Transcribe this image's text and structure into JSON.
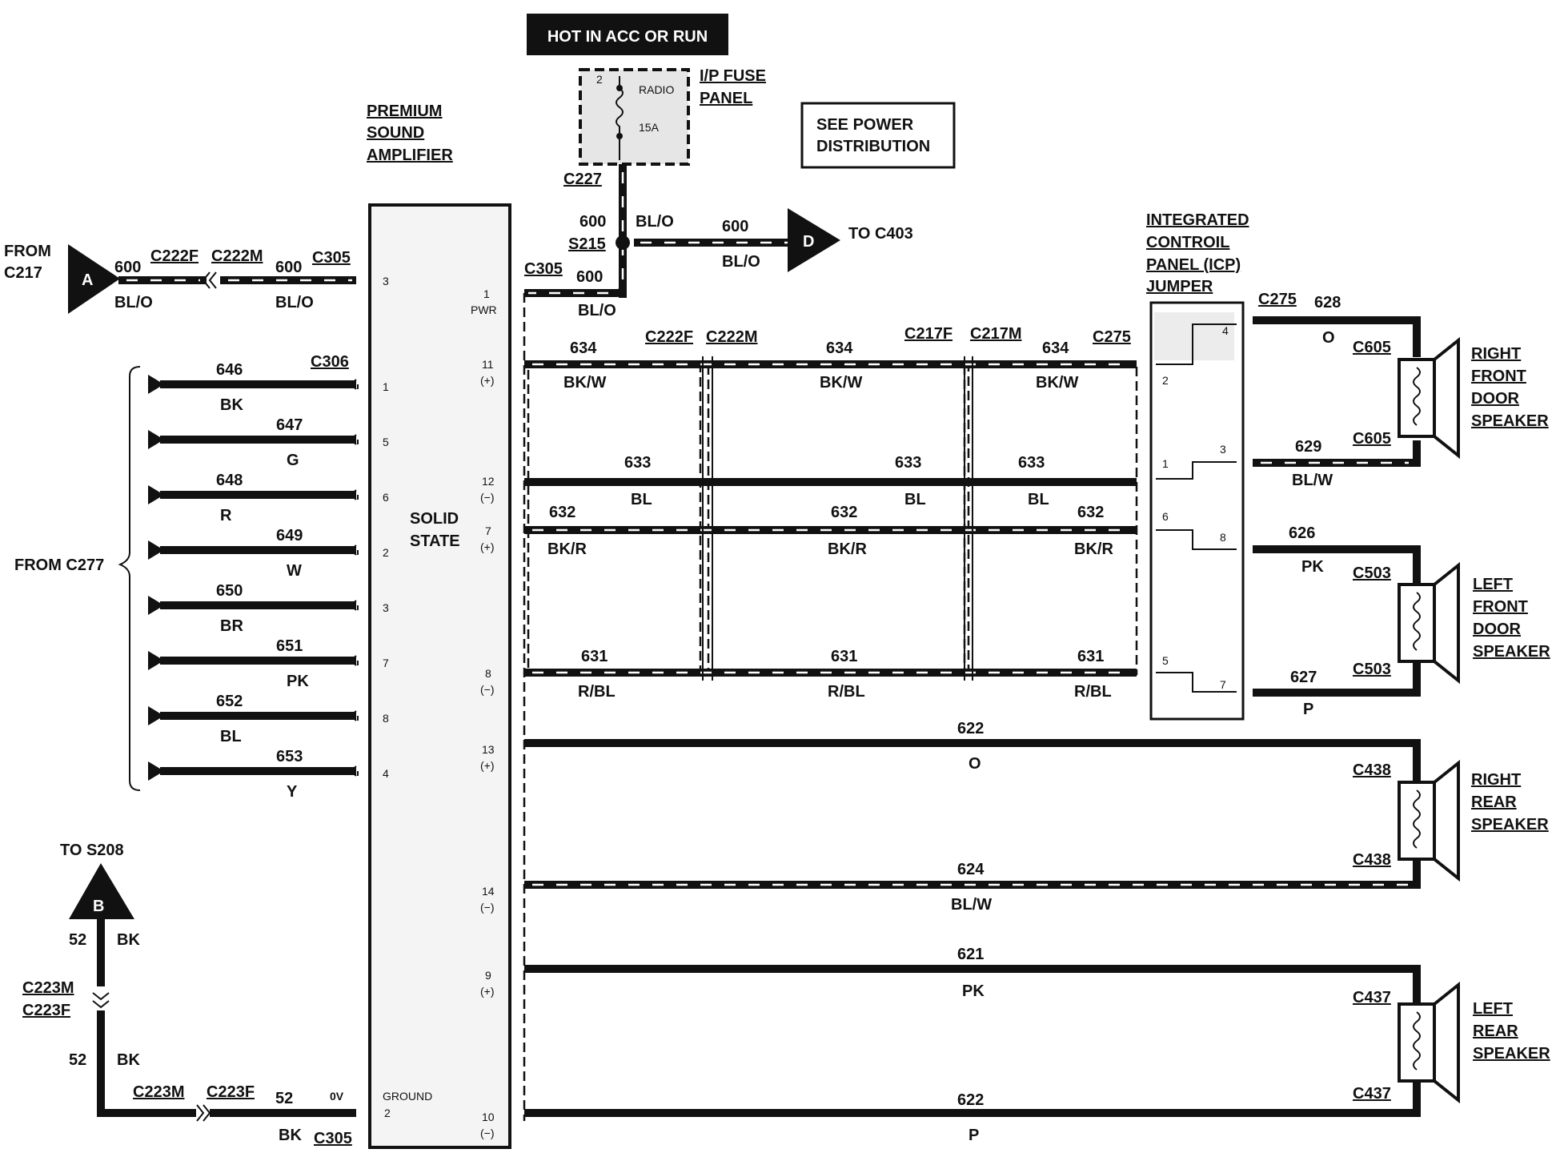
{
  "hot_label": "HOT IN ACC OR RUN",
  "fuse_panel": {
    "line1": "I/P FUSE",
    "line2": "PANEL",
    "fuse_name": "RADIO",
    "fuse_rating": "15A",
    "pin": "2"
  },
  "see_power": {
    "line1": "SEE POWER",
    "line2": "DISTRIBUTION"
  },
  "amplifier": {
    "line1": "PREMIUM",
    "line2": "SOUND",
    "line3": "AMPLIFIER",
    "solid": "SOLID",
    "state": "STATE",
    "ground": "GROUND"
  },
  "icp": {
    "line1": "INTEGRATED",
    "line2": "CONTROIL",
    "line3": "PANEL (ICP)",
    "line4": "JUMPER"
  },
  "from_c217": {
    "line1": "FROM",
    "line2": "C217",
    "letter": "A"
  },
  "to_c403": {
    "text": "TO C403",
    "letter": "D"
  },
  "to_s208": {
    "text": "TO S208",
    "letter": "B"
  },
  "from_c277": "FROM C277",
  "connectors": {
    "c222f": "C222F",
    "c222m": "C222M",
    "c305": "C305",
    "c306": "C306",
    "c227": "C227",
    "s215": "S215",
    "c217f": "C217F",
    "c217m": "C217M",
    "c275": "C275",
    "c605": "C605",
    "c503": "C503",
    "c438": "C438",
    "c437": "C437",
    "c223m": "C223M",
    "c223f": "C223F"
  },
  "circuits": {
    "n600": "600",
    "blo": "BL/O",
    "n634": "634",
    "bkw": "BK/W",
    "n633": "633",
    "bl": "BL",
    "n632": "632",
    "bkr": "BK/R",
    "n631": "631",
    "rbl": "R/BL",
    "n628": "628",
    "o": "O",
    "n629": "629",
    "blw": "BL/W",
    "n626": "626",
    "pk": "PK",
    "n627": "627",
    "p": "P",
    "n622": "622",
    "n624": "624",
    "n621": "621",
    "n52": "52",
    "bk": "BK",
    "v0": "0V"
  },
  "left_inputs": [
    {
      "num": "646",
      "color": "BK",
      "pin": "1"
    },
    {
      "num": "647",
      "color": "G",
      "pin": "5"
    },
    {
      "num": "648",
      "color": "R",
      "pin": "6"
    },
    {
      "num": "649",
      "color": "W",
      "pin": "2"
    },
    {
      "num": "650",
      "color": "BR",
      "pin": "3"
    },
    {
      "num": "651",
      "color": "PK",
      "pin": "7"
    },
    {
      "num": "652",
      "color": "BL",
      "pin": "8"
    },
    {
      "num": "653",
      "color": "Y",
      "pin": "4"
    }
  ],
  "pins": {
    "p3": "3",
    "p1": "1",
    "pwr": "PWR",
    "p11": "11",
    "p12": "12",
    "p7": "7",
    "p8": "8",
    "p13": "13",
    "p14": "14",
    "p9": "9",
    "p10": "10",
    "p2": "2",
    "plus": "(+)",
    "minus": "(−)",
    "minus2": "(−)"
  },
  "icp_pins": [
    "4",
    "2",
    "3",
    "1",
    "6",
    "8",
    "5",
    "7"
  ],
  "speakers": {
    "rf": [
      "RIGHT",
      "FRONT",
      "DOOR",
      "SPEAKER"
    ],
    "lf": [
      "LEFT",
      "FRONT",
      "DOOR",
      "SPEAKER"
    ],
    "rr": [
      "RIGHT",
      "REAR",
      "SPEAKER"
    ],
    "lr": [
      "LEFT",
      "REAR",
      "SPEAKER"
    ]
  }
}
